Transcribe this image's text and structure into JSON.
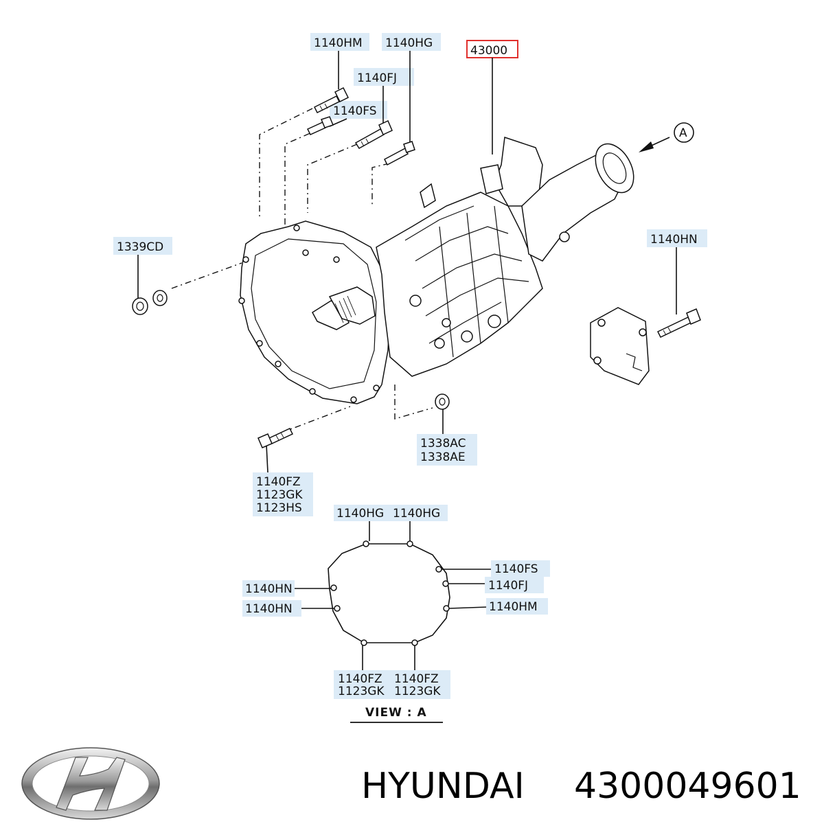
{
  "diagram": {
    "part_labels": {
      "top_1140hm": "1140HM",
      "top_1140hg": "1140HG",
      "main_part": "43000",
      "top_1140fj": "1140FJ",
      "top_1140fs": "1140FS",
      "left_1339cd": "1339CD",
      "right_1140hn": "1140HN",
      "bottom_1338": [
        "1338AC",
        "1338AE"
      ],
      "bottom_bolt": [
        "1140FZ",
        "1123GK",
        "1123HS"
      ]
    },
    "view_arrow_letter": "A",
    "view_a": {
      "title": "VIEW : A",
      "labels": {
        "top_left": "1140HG",
        "top_right": "1140HG",
        "right_1": "1140FS",
        "right_2": "1140FJ",
        "right_3": "1140HM",
        "left_1": "1140HN",
        "left_2": "1140HN",
        "bottom_left": [
          "1140FZ",
          "1123GK"
        ],
        "bottom_right": [
          "1140FZ",
          "1123GK"
        ]
      }
    }
  },
  "footer": {
    "brand": "HYUNDAI",
    "part_number": "4300049601",
    "logo_icon": "hyundai-logo-icon"
  }
}
